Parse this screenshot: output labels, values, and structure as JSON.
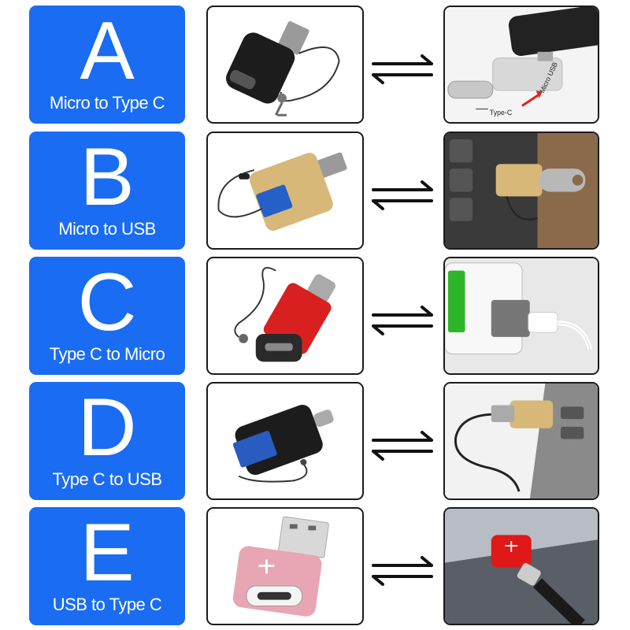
{
  "accent_color": "#1a6cf2",
  "adapters": [
    {
      "letter": "A",
      "caption": "Micro to Type C",
      "scene_labels": {
        "type_c": "Type-C",
        "micro_usb": "Micro USB"
      }
    },
    {
      "letter": "B",
      "caption": "Micro to USB"
    },
    {
      "letter": "C",
      "caption": "Type C to Micro"
    },
    {
      "letter": "D",
      "caption": "Type C to USB"
    },
    {
      "letter": "E",
      "caption": "USB to Type C"
    }
  ],
  "icons": {
    "swap": "bidirectional-arrows-icon"
  }
}
